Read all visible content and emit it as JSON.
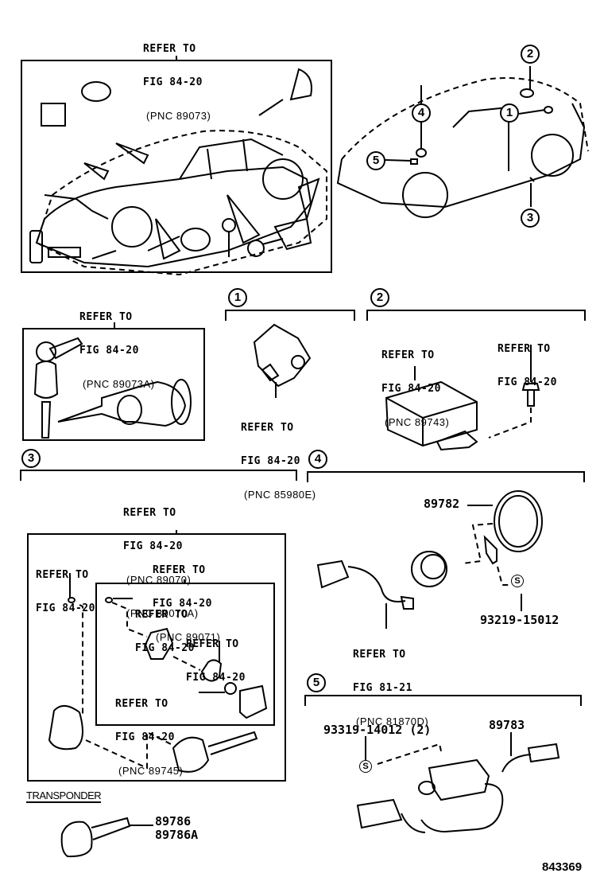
{
  "diagram": {
    "figure_code": "843369",
    "transponder_label": "TRANSPONDER",
    "callouts": {
      "overview_top": {
        "line1": "REFER TO",
        "line2": "FIG 84-20",
        "pnc": "(PNC 89073)"
      },
      "ignition_lock": {
        "line1": "REFER TO",
        "line2": "FIG 84-20",
        "pnc": "(PNC 89073A)"
      },
      "sec1_switch": {
        "line1": "REFER TO",
        "line2": "FIG 84-20",
        "pnc": "(PNC 85980E)"
      },
      "sec2_ecu": {
        "line1": "REFER TO",
        "line2": "FIG 84-20",
        "pnc": "(PNC 89743)"
      },
      "sec2_bolt": {
        "line1": "REFER TO",
        "line2": "FIG 84-20"
      },
      "sec3_key": {
        "line1": "REFER TO",
        "line2": "FIG 84-20",
        "pnc": "(PNC 89070)",
        "pnc2": "(PNC 89070A)"
      },
      "sec3_screw": {
        "line1": "REFER TO",
        "line2": "FIG 84-20"
      },
      "sec3_transmitter": {
        "line1": "REFER TO",
        "line2": "FIG 84-20",
        "pnc": "(PNC 89071)"
      },
      "sec3_inner_screw": {
        "line1": "REFER TO",
        "line2": "FIG 84-20"
      },
      "sec3_oring": {
        "line1": "REFER TO",
        "line2": "FIG 84-20"
      },
      "sec3_battery": {
        "line1": "REFER TO",
        "line2": "FIG 84-20",
        "pnc": "(PNC 89745)"
      },
      "sec4_harness": {
        "line1": "REFER TO",
        "line2": "FIG 81-21",
        "pnc": "(PNC 81870D)"
      }
    },
    "part_numbers": {
      "sec4_amplifier": "89782",
      "sec4_screw": "93219-15012",
      "sec5_switch": "89783",
      "sec5_screw": "93319-14012 (2)",
      "transponder_key_1": "89786",
      "transponder_key_2": "89786A"
    },
    "screw_symbol": "S",
    "locator_numbers": [
      "1",
      "2",
      "3",
      "4",
      "5"
    ]
  }
}
